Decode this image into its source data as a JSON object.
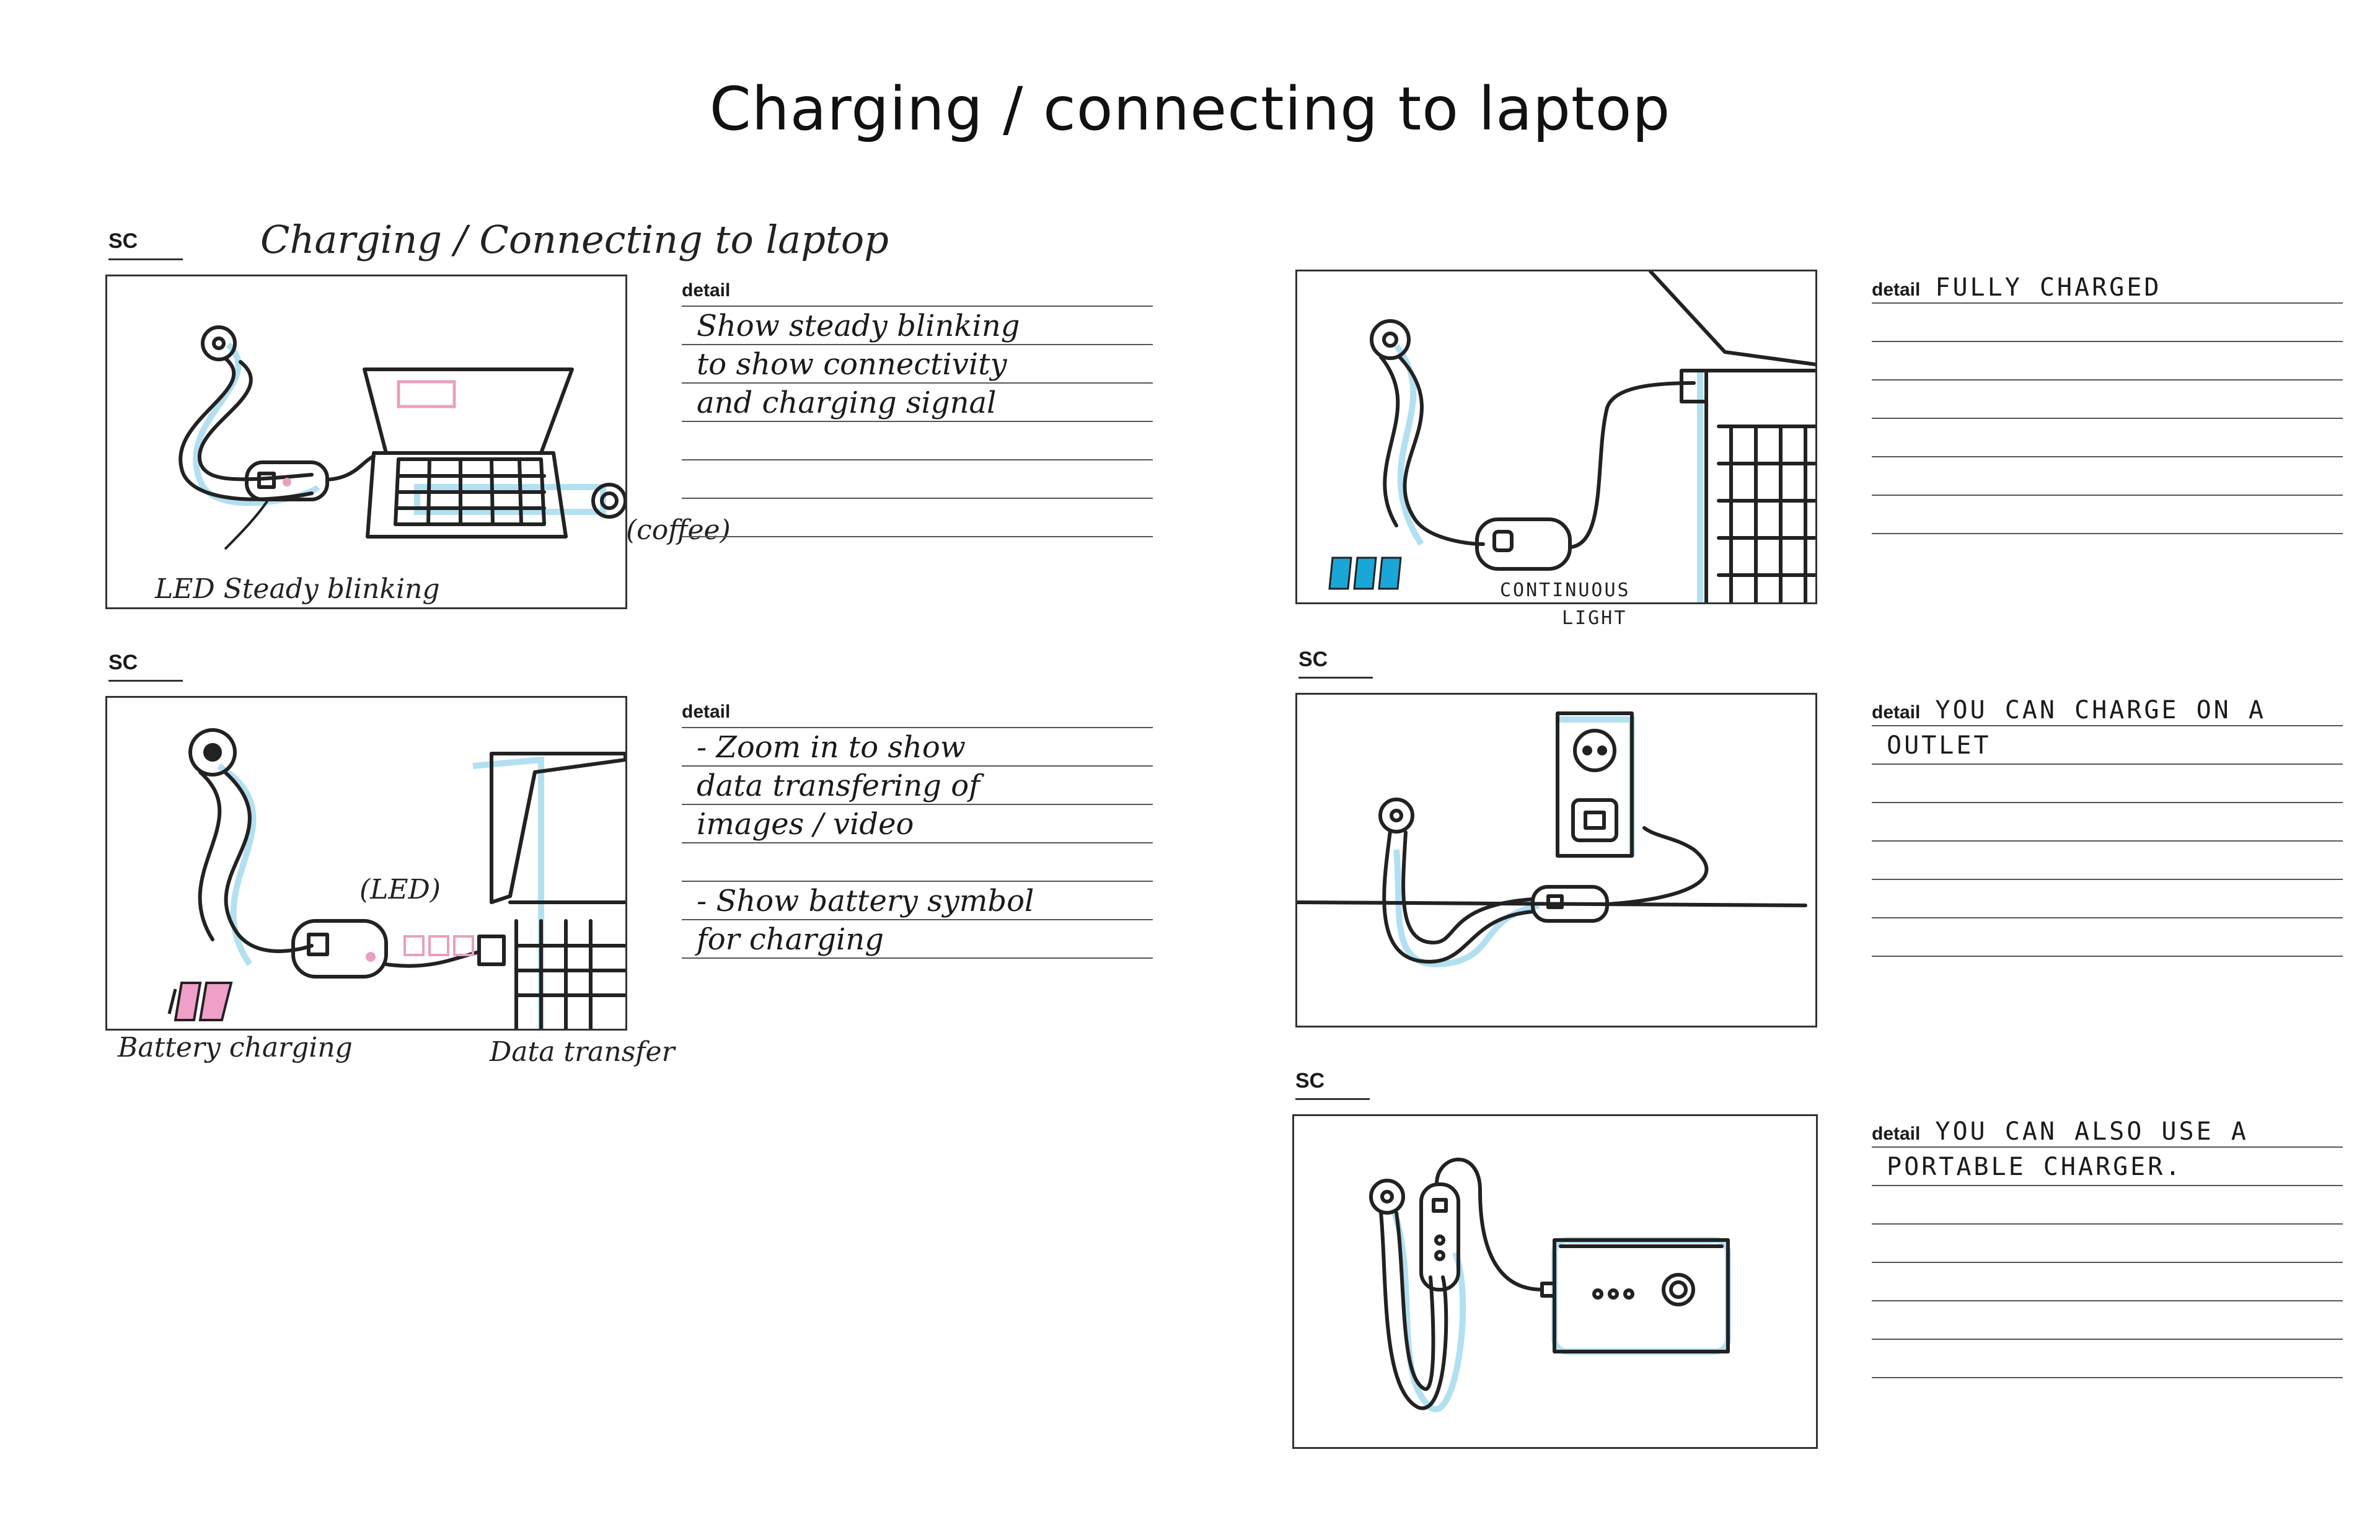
{
  "title": "Charging / connecting to laptop",
  "sc_label": "SC",
  "detail_label": "detail",
  "panels": [
    {
      "heading": "Charging / Connecting to laptop",
      "detail_lines": [
        "Show steady blinking",
        "to show connectivity",
        "and charging signal",
        "",
        "",
        ""
      ],
      "captions": [
        "LED Steady blinking",
        "(coffee)"
      ]
    },
    {
      "detail_lines": [
        "- Zoom in to show",
        "data transfering of",
        "images / video",
        "",
        "- Show battery symbol",
        "for charging"
      ],
      "captions": [
        "(LED)",
        "Battery charging",
        "Data transfer"
      ]
    },
    {
      "detail_inline": "FULLY CHARGED",
      "detail_lines": [
        "",
        "",
        "",
        "",
        "",
        ""
      ],
      "captions": [
        "CONTINUOUS",
        "LIGHT"
      ],
      "battery_color": "#1aa6d6"
    },
    {
      "detail_inline": "YOU CAN CHARGE ON A",
      "detail_lines": [
        "OUTLET",
        "",
        "",
        "",
        "",
        ""
      ]
    },
    {
      "detail_inline": "YOU CAN ALSO USE A",
      "detail_lines": [
        "PORTABLE CHARGER.",
        "",
        "",
        "",
        "",
        ""
      ]
    }
  ],
  "colors": {
    "ink": "#222222",
    "shadow": "#9fd8ee",
    "led": "#e8a0c0"
  }
}
